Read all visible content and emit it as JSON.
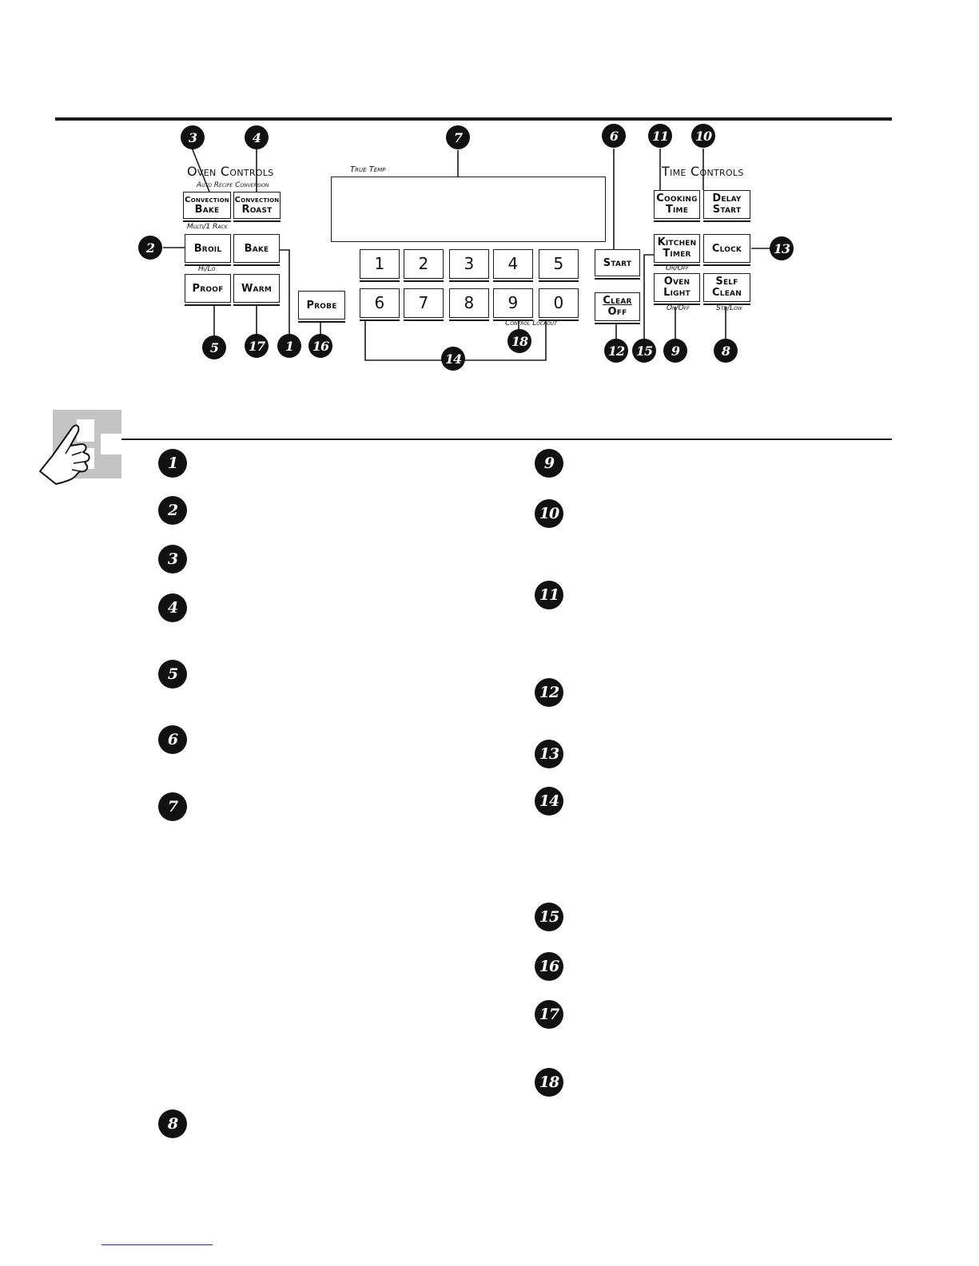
{
  "panel": {
    "oven_controls_heading": "Oven Controls",
    "auto_recipe_label": "Auto Recipe Conversion",
    "multi_rack_label": "Multi/1 Rack",
    "hi_lo_label": "Hi/Lo",
    "time_controls_heading": "Time Controls",
    "true_temp_label": "True Temp",
    "control_lockout_label": "Control Lockout",
    "kitchen_timer_sub": "On/Off",
    "oven_light_sub": "On/Off",
    "self_clean_sub": "Std/Low",
    "buttons": {
      "convection_bake": [
        "Convection",
        "Bake"
      ],
      "convection_roast": [
        "Convection",
        "Roast"
      ],
      "broil": "Broil",
      "bake": "Bake",
      "proof": "Proof",
      "warm": "Warm",
      "probe": "Probe",
      "start": "Start",
      "clear_off": [
        "Clear",
        "Off"
      ],
      "cooking_time": [
        "Cooking",
        "Time"
      ],
      "delay_start": [
        "Delay",
        "Start"
      ],
      "kitchen_timer": [
        "Kitchen",
        "Timer"
      ],
      "clock": "Clock",
      "oven_light": [
        "Oven",
        "Light"
      ],
      "self_clean": [
        "Self",
        "Clean"
      ]
    },
    "number_keys_row1": [
      "1",
      "2",
      "3",
      "4",
      "5"
    ],
    "number_keys_row2": [
      "6",
      "7",
      "8",
      "9",
      "0"
    ],
    "callouts": {
      "bake": "1",
      "broil": "2",
      "convection_bake": "3",
      "convection_roast": "4",
      "proof": "5",
      "start": "6",
      "display": "7",
      "self_clean": "8",
      "oven_light": "9",
      "delay_start": "10",
      "cooking_time": "11",
      "clear_off": "12",
      "clock": "13",
      "number_pads": "14",
      "kitchen_timer": "15",
      "probe": "16",
      "warm": "17",
      "control_lockout": "18"
    }
  },
  "legend": {
    "left": [
      "1",
      "2",
      "3",
      "4",
      "5",
      "6",
      "7",
      "8"
    ],
    "right": [
      "9",
      "10",
      "11",
      "12",
      "13",
      "14",
      "15",
      "16",
      "17",
      "18"
    ]
  },
  "colors": {
    "ink": "#111111",
    "tab_gray": "#c4c4c4",
    "footer_link": "#2a2aa8"
  },
  "icons": {
    "tab": "pointing-hand-icon"
  }
}
